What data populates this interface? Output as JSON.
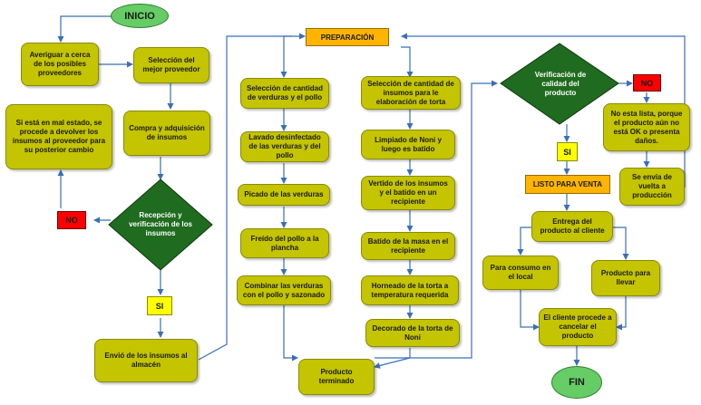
{
  "nodes": {
    "inicio": "INICIO",
    "averiguar": "Averiguar a cerca de los posibles proveedores",
    "seleccion_proveedor": "Selección del mejor proveedor",
    "compra": "Compra y adquisición de insumos",
    "devolver": "Si está en mal estado, se procede a devolver los insumos al proveedor para su posterior cambio",
    "recepcion": "Recepción y verificación de los insumos",
    "no_left": "NO",
    "si_left": "SI",
    "envio": "Envió de los insumos al almacén",
    "preparacion": "PREPARACIÓN",
    "sel_verduras": "Selección de cantidad de verduras y el pollo",
    "lavado": "Lavado desinfectado de las verduras y del pollo",
    "picado": "Picado de las verduras",
    "freido": "Freído del pollo a la plancha",
    "combinar": "Combinar las verduras con el pollo y sazonado",
    "sel_insumos_torta": "Selección de cantidad de insumos para le elaboración de torta",
    "limpiado": "Limpiado de Noni y luego es batido",
    "vertido": "Vertido de los insumos y el batido en un recipiente",
    "batido": "Batido de la masa en el recipiente",
    "horneado": "Horneado de la torta a temperatura requerida",
    "decorado": "Decorado de la torta de Noni",
    "producto_terminado": "Producto terminado",
    "verificacion": "Verificación de calidad del producto",
    "no_right": "NO",
    "no_lista": "No esta lista, porque el producto aún no está OK o presenta daños.",
    "envia_vuelta": "Se envía de vuelta a producción",
    "si_right": "SI",
    "listo": "LISTO PARA VENTA",
    "entrega": "Entrega del producto al cliente",
    "consumo_local": "Para consumo en el local",
    "llevar": "Producto para llevar",
    "cancelar": "El cliente procede a cancelar el producto",
    "fin": "FIN"
  },
  "colors": {
    "box_fill": "#c4c400",
    "decision_fill": "#1f6b1f",
    "terminal_fill": "#66cc66",
    "no_fill": "#ff0000",
    "si_fill": "#ffff00",
    "header_fill": "#ffb400",
    "arrow": "#3a6fb7"
  }
}
